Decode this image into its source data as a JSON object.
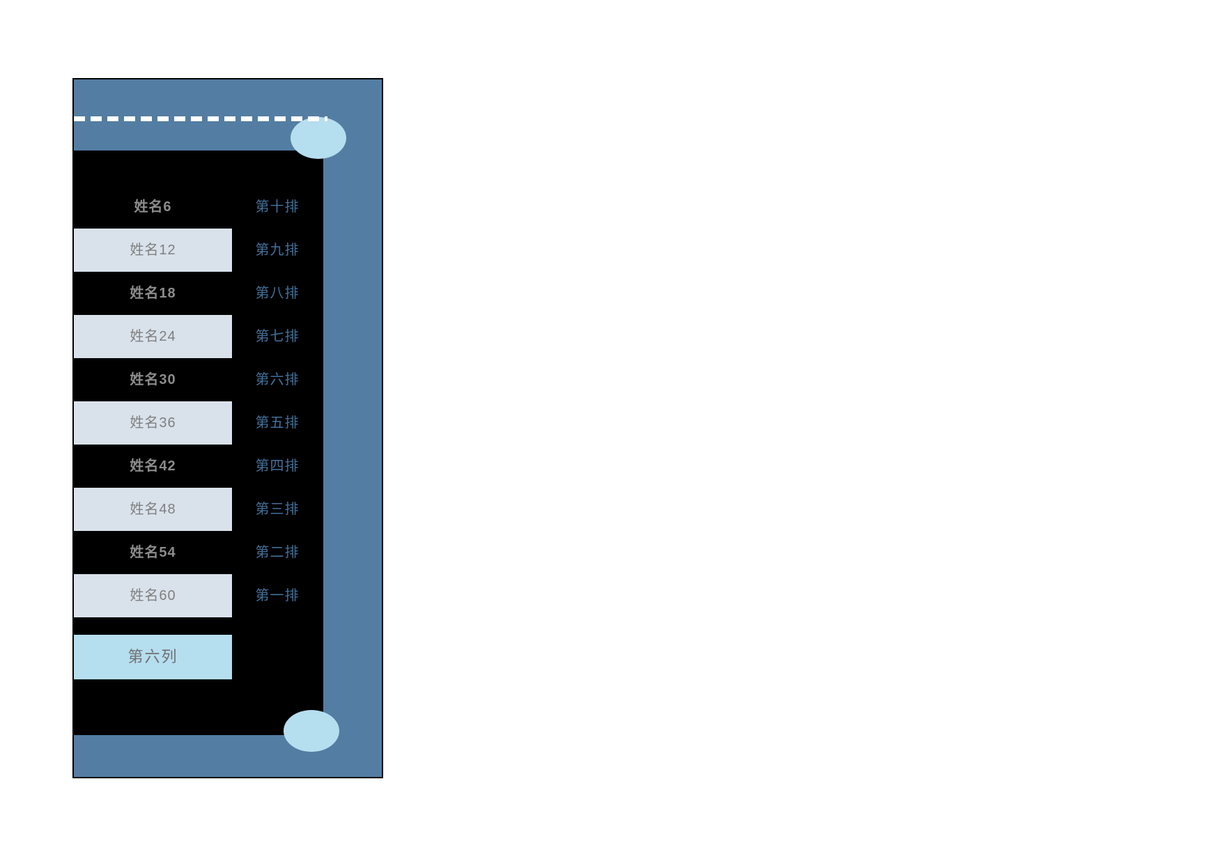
{
  "theme": {
    "canvas_bg": "#ffffff",
    "panel_fill": "#537DA2",
    "panel_border": "#000000",
    "grid_fill": "#000000",
    "dash_color": "#ffffff",
    "ellipse_fill": "#B5DEEF",
    "highlight_row_fill": "#D9E2EB",
    "name_text": "#7F7F7F",
    "name_text_on_dark": "#8C8C8C",
    "row_label_text": "#41719C",
    "column_label_fill": "#B5DEEF",
    "column_label_text": "#6F6F6F"
  },
  "seating": {
    "column_label": "第六列",
    "rows": [
      {
        "name": "姓名6",
        "row_label": "第十排",
        "highlighted": false
      },
      {
        "name": "姓名12",
        "row_label": "第九排",
        "highlighted": true
      },
      {
        "name": "姓名18",
        "row_label": "第八排",
        "highlighted": false
      },
      {
        "name": "姓名24",
        "row_label": "第七排",
        "highlighted": true
      },
      {
        "name": "姓名30",
        "row_label": "第六排",
        "highlighted": false
      },
      {
        "name": "姓名36",
        "row_label": "第五排",
        "highlighted": true
      },
      {
        "name": "姓名42",
        "row_label": "第四排",
        "highlighted": false
      },
      {
        "name": "姓名48",
        "row_label": "第三排",
        "highlighted": true
      },
      {
        "name": "姓名54",
        "row_label": "第二排",
        "highlighted": false
      },
      {
        "name": "姓名60",
        "row_label": "第一排",
        "highlighted": true
      }
    ]
  }
}
